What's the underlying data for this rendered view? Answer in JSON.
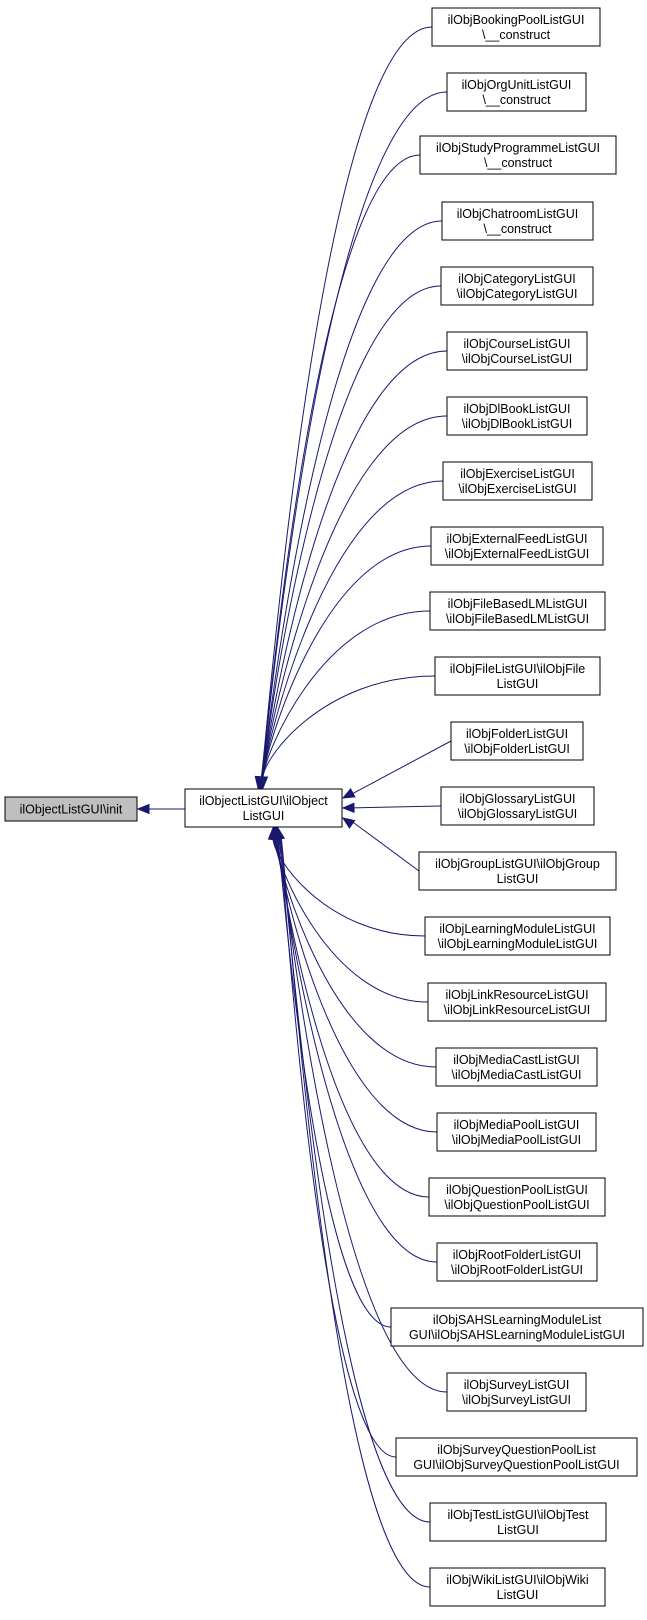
{
  "graph": {
    "edge_color": "#191970",
    "node_border": "#000000",
    "root_fill": "#bfbfbf",
    "node_fill": "#ffffff",
    "root": {
      "lines": [
        "ilObjectListGUI\\init"
      ]
    },
    "hub": {
      "lines": [
        "ilObjectListGUI\\ilObject",
        "ListGUI"
      ]
    },
    "callers": [
      {
        "lines": [
          "ilObjBookingPoolListGUI",
          "\\__construct"
        ]
      },
      {
        "lines": [
          "ilObjOrgUnitListGUI",
          "\\__construct"
        ]
      },
      {
        "lines": [
          "ilObjStudyProgrammeListGUI",
          "\\__construct"
        ]
      },
      {
        "lines": [
          "ilObjChatroomListGUI",
          "\\__construct"
        ]
      },
      {
        "lines": [
          "ilObjCategoryListGUI",
          "\\ilObjCategoryListGUI"
        ]
      },
      {
        "lines": [
          "ilObjCourseListGUI",
          "\\ilObjCourseListGUI"
        ]
      },
      {
        "lines": [
          "ilObjDlBookListGUI",
          "\\ilObjDlBookListGUI"
        ]
      },
      {
        "lines": [
          "ilObjExerciseListGUI",
          "\\ilObjExerciseListGUI"
        ]
      },
      {
        "lines": [
          "ilObjExternalFeedListGUI",
          "\\ilObjExternalFeedListGUI"
        ]
      },
      {
        "lines": [
          "ilObjFileBasedLMListGUI",
          "\\ilObjFileBasedLMListGUI"
        ]
      },
      {
        "lines": [
          "ilObjFileListGUI\\ilObjFile",
          "ListGUI"
        ]
      },
      {
        "lines": [
          "ilObjFolderListGUI",
          "\\ilObjFolderListGUI"
        ]
      },
      {
        "lines": [
          "ilObjGlossaryListGUI",
          "\\ilObjGlossaryListGUI"
        ]
      },
      {
        "lines": [
          "ilObjGroupListGUI\\ilObjGroup",
          "ListGUI"
        ]
      },
      {
        "lines": [
          "ilObjLearningModuleListGUI",
          "\\ilObjLearningModuleListGUI"
        ]
      },
      {
        "lines": [
          "ilObjLinkResourceListGUI",
          "\\ilObjLinkResourceListGUI"
        ]
      },
      {
        "lines": [
          "ilObjMediaCastListGUI",
          "\\ilObjMediaCastListGUI"
        ]
      },
      {
        "lines": [
          "ilObjMediaPoolListGUI",
          "\\ilObjMediaPoolListGUI"
        ]
      },
      {
        "lines": [
          "ilObjQuestionPoolListGUI",
          "\\ilObjQuestionPoolListGUI"
        ]
      },
      {
        "lines": [
          "ilObjRootFolderListGUI",
          "\\ilObjRootFolderListGUI"
        ]
      },
      {
        "lines": [
          "ilObjSAHSLearningModuleList",
          "GUI\\ilObjSAHSLearningModuleListGUI"
        ]
      },
      {
        "lines": [
          "ilObjSurveyListGUI",
          "\\ilObjSurveyListGUI"
        ]
      },
      {
        "lines": [
          "ilObjSurveyQuestionPoolList",
          "GUI\\ilObjSurveyQuestionPoolListGUI"
        ]
      },
      {
        "lines": [
          "ilObjTestListGUI\\ilObjTest",
          "ListGUI"
        ]
      },
      {
        "lines": [
          "ilObjWikiListGUI\\ilObjWiki",
          "ListGUI"
        ]
      }
    ]
  }
}
